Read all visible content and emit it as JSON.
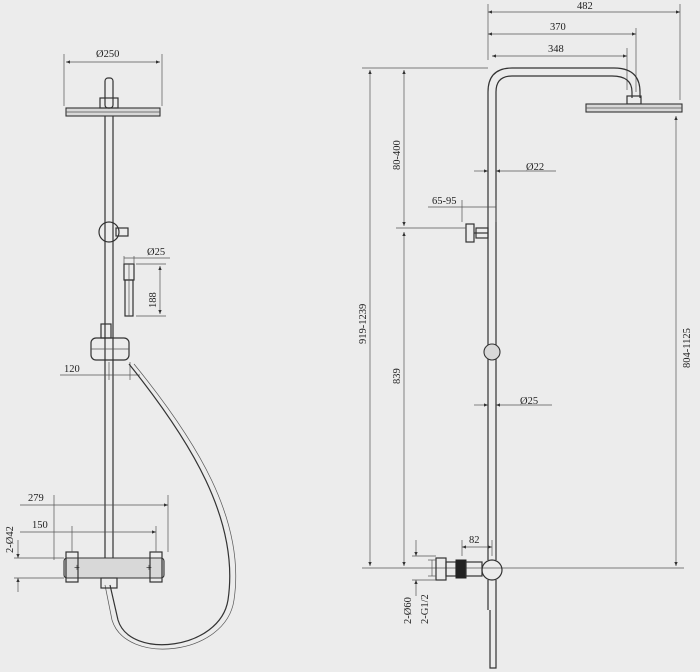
{
  "front_view": {
    "dim_head_diameter": "Ø250",
    "dim_handshower_diameter": "Ø25",
    "dim_handshower_length": "188",
    "dim_holder_offset": "120",
    "dim_body_width": "279",
    "dim_inlet_spacing": "150",
    "dim_inlet_diameter": "2-Ø42"
  },
  "side_view": {
    "dim_total_reach": "482",
    "dim_arm_reach": "370",
    "dim_arm_length": "348",
    "dim_top_section": "80-400",
    "dim_pipe_diameter": "Ø22",
    "dim_bracket_offset": "65-95",
    "dim_lower_pipe_diameter": "Ø25",
    "dim_overall_height": "919-1239",
    "dim_lower_section": "839",
    "dim_head_height": "804-1125",
    "dim_wall_offset": "82",
    "dim_escutcheon_diameter": "2-Ø60",
    "dim_thread": "2-G1/2"
  },
  "colors": {
    "background": "#ececec",
    "line": "#333333",
    "text": "#222222"
  }
}
